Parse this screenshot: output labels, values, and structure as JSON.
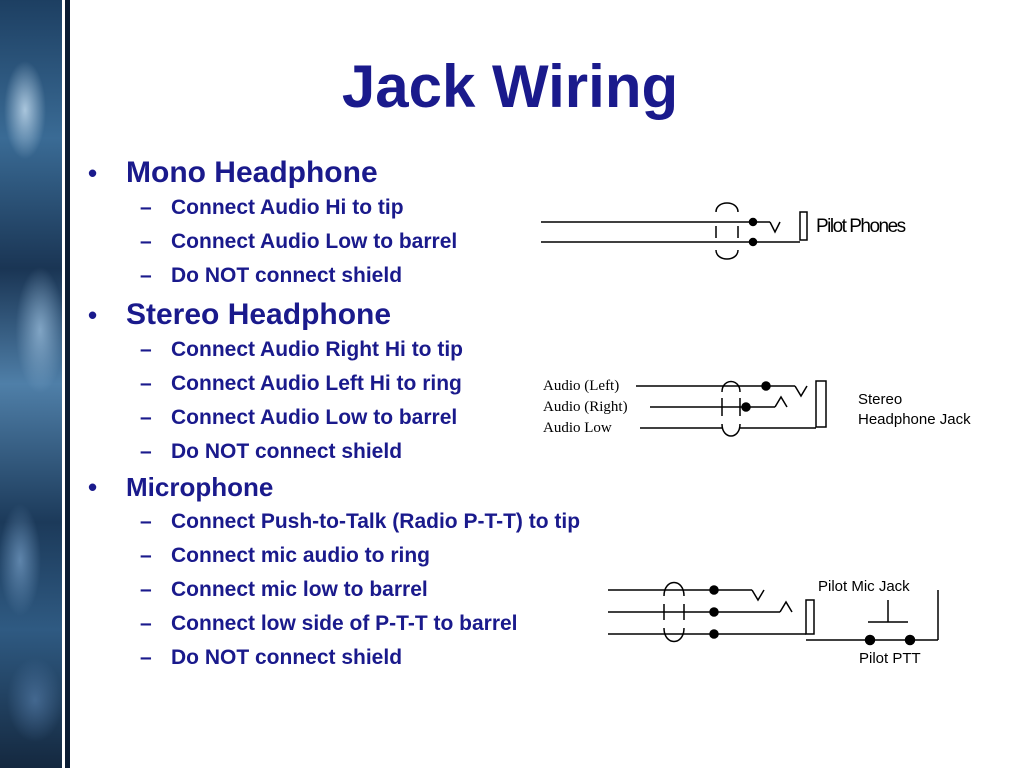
{
  "slide": {
    "title": "Jack Wiring",
    "sections": [
      {
        "heading": "Mono Headphone",
        "items": [
          "Connect Audio Hi to tip",
          "Connect Audio Low to barrel",
          "Do NOT connect shield"
        ]
      },
      {
        "heading": "Stereo Headphone",
        "items": [
          "Connect Audio Right Hi to tip",
          "Connect Audio Left Hi to ring",
          "Connect Audio Low to barrel",
          "Do NOT connect shield"
        ]
      },
      {
        "heading": "Microphone",
        "items": [
          "Connect Push-to-Talk (Radio P-T-T) to tip",
          "Connect mic audio to ring",
          "Connect mic low to barrel",
          "Connect low side of P-T-T to barrel",
          "Do NOT connect shield"
        ]
      }
    ]
  },
  "diagrams": {
    "mono": {
      "label": "Pilot Phones"
    },
    "stereo": {
      "wire_labels": [
        "Audio (Left)",
        "Audio (Right)",
        "Audio Low"
      ],
      "jack_label_line1": "Stereo",
      "jack_label_line2": "Headphone Jack"
    },
    "mic": {
      "jack_label": "Pilot Mic Jack",
      "ptt_label": "Pilot PTT"
    }
  },
  "colors": {
    "text": "#1a1a8c",
    "background": "#ffffff",
    "sidebar": "#1d3f62"
  }
}
